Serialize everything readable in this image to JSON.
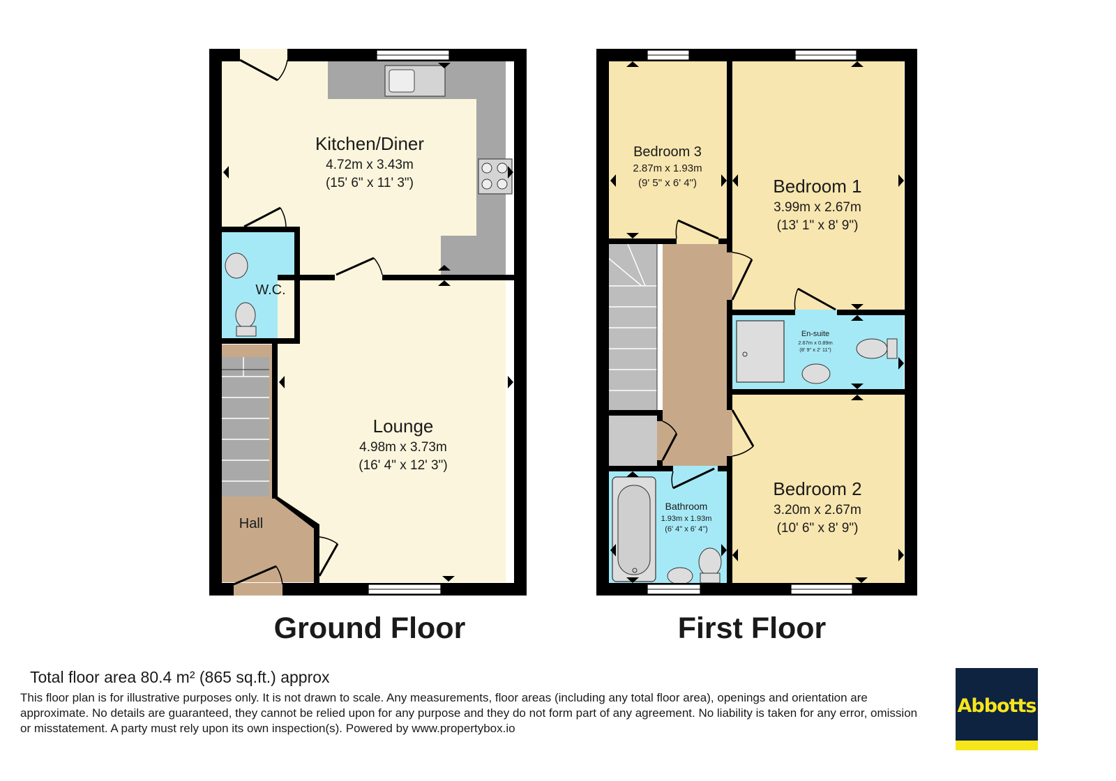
{
  "floors": [
    {
      "title": "Ground Floor",
      "rooms": [
        {
          "name": "Kitchen/Diner",
          "dim_m": "4.72m x 3.43m",
          "dim_ft": "(15' 6\" x 11' 3\")"
        },
        {
          "name": "W.C."
        },
        {
          "name": "Lounge",
          "dim_m": "4.98m x 3.73m",
          "dim_ft": "(16' 4\" x 12' 3\")"
        },
        {
          "name": "Hall"
        }
      ]
    },
    {
      "title": "First Floor",
      "rooms": [
        {
          "name": "Bedroom 3",
          "dim_m": "2.87m x 1.93m",
          "dim_ft": "(9' 5\" x 6' 4\")"
        },
        {
          "name": "Bedroom 1",
          "dim_m": "3.99m x 2.67m",
          "dim_ft": "(13' 1\" x 8' 9\")"
        },
        {
          "name": "En-suite",
          "dim_m": "2.67m x 0.89m",
          "dim_ft": "(8' 9\" x 2' 11\")"
        },
        {
          "name": "Bathroom",
          "dim_m": "1.93m x 1.93m",
          "dim_ft": "(6' 4\" x 6' 4\")"
        },
        {
          "name": "Bedroom 2",
          "dim_m": "3.20m x 2.67m",
          "dim_ft": "(10' 6\" x 8' 9\")"
        }
      ]
    }
  ],
  "footer": {
    "total_area": "Total floor area 80.4 m² (865 sq.ft.) approx",
    "disclaimer": "This floor plan is for illustrative purposes only. It is not drawn to scale. Any measurements, floor areas (including any total floor area), openings and orientation are approximate. No details are guaranteed, they cannot be relied upon for any purpose and they do not form part of any agreement. No liability is taken for any error, omission or misstatement. A party must rely upon its own inspection(s). Powered by www.propertybox.io"
  },
  "logo": {
    "text": "Abbotts"
  },
  "colors": {
    "kitchen_lounge": "#faf5dc",
    "wc_bath_ensuite": "#a6e9f6",
    "hall_landing": "#c7a98a",
    "bedrooms": "#f8e6b0",
    "worktop": "#a6a6a6",
    "stairs": "#a9a9a9",
    "walls": "#000000",
    "logo_bg": "#0e2340",
    "logo_accent": "#f7e51c"
  }
}
